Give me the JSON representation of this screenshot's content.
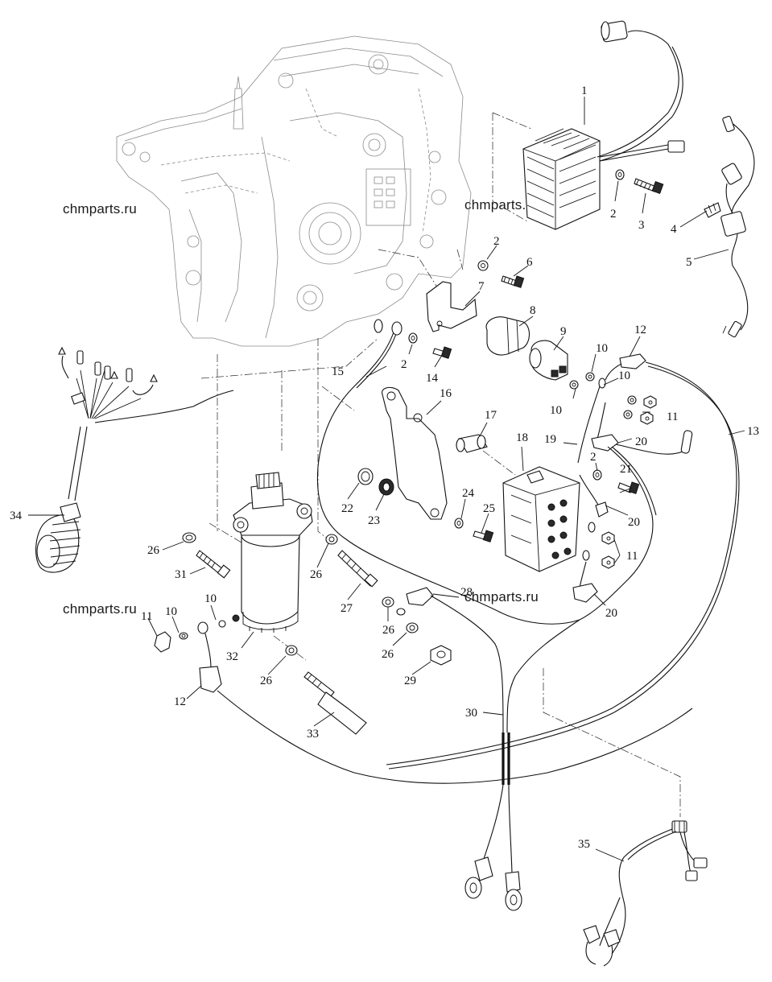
{
  "watermark": "chmparts.ru",
  "callouts": {
    "c1": "1",
    "c2a": "2",
    "c3": "3",
    "c4": "4",
    "c5": "5",
    "c2b": "2",
    "c6": "6",
    "c7": "7",
    "c8": "8",
    "c9": "9",
    "c2c": "2",
    "c14": "14",
    "c10a": "10",
    "c10b": "10",
    "c10c": "10",
    "c12a": "12",
    "c11a": "11",
    "c13": "13",
    "c15": "15",
    "c16": "16",
    "c17": "17",
    "c18": "18",
    "c19": "19",
    "c20a": "20",
    "c2d": "2",
    "c21": "21",
    "c20b": "20",
    "c11b": "11",
    "c20c": "20",
    "c22": "22",
    "c23": "23",
    "c24": "24",
    "c25": "25",
    "c34": "34",
    "c26a": "26",
    "c31": "31",
    "c26b": "26",
    "c27": "27",
    "c26c": "26",
    "c28": "28",
    "c26d": "26",
    "c29": "29",
    "c10d": "10",
    "c11c": "11",
    "c10e": "10",
    "c32": "32",
    "c26e": "26",
    "c12b": "12",
    "c33": "33",
    "c30": "30",
    "c35": "35"
  }
}
